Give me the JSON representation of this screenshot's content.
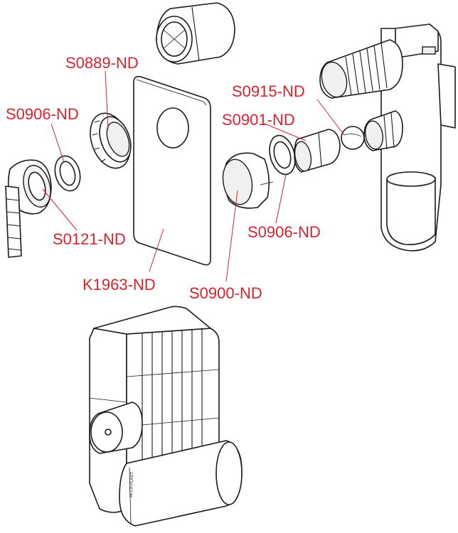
{
  "labels": {
    "s0889": "S0889-ND",
    "s0906_left": "S0906-ND",
    "s0121": "S0121-ND",
    "k1963": "K1963-ND",
    "s0915": "S0915-ND",
    "s0901": "S0901-ND",
    "s0906_right": "S0906-ND",
    "s0900": "S0900-ND"
  },
  "colors": {
    "label": "#d1242f",
    "outline": "#1a1a1a",
    "background": "#ffffff"
  }
}
